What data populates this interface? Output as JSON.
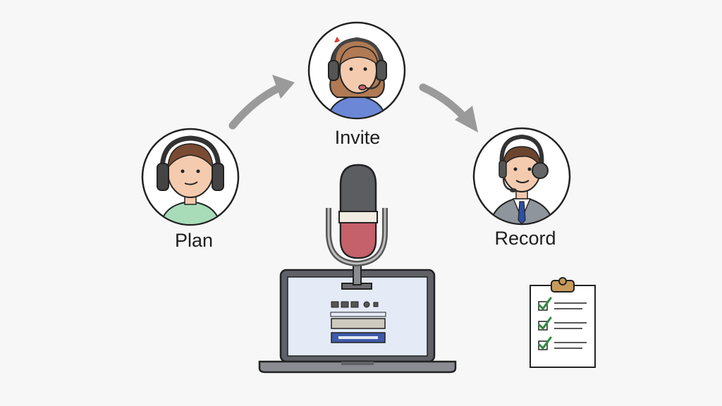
{
  "steps": [
    {
      "label": "Plan",
      "icon": "person-headphones-icon"
    },
    {
      "label": "Invite",
      "icon": "person-headset-icon"
    },
    {
      "label": "Record",
      "icon": "person-suit-headset-icon"
    }
  ],
  "decor": {
    "center": "microphone-on-laptop-icon",
    "side": "checklist-clipboard-icon",
    "arrows": "flow-arrow-icon"
  },
  "colors": {
    "background": "#f7f7f7",
    "outline": "#222222",
    "arrow": "#9a9a9a",
    "mic_body": "#c5616a",
    "screen": "#e4ebf6",
    "check": "#2e8b3d",
    "clip": "#c89a5a"
  }
}
